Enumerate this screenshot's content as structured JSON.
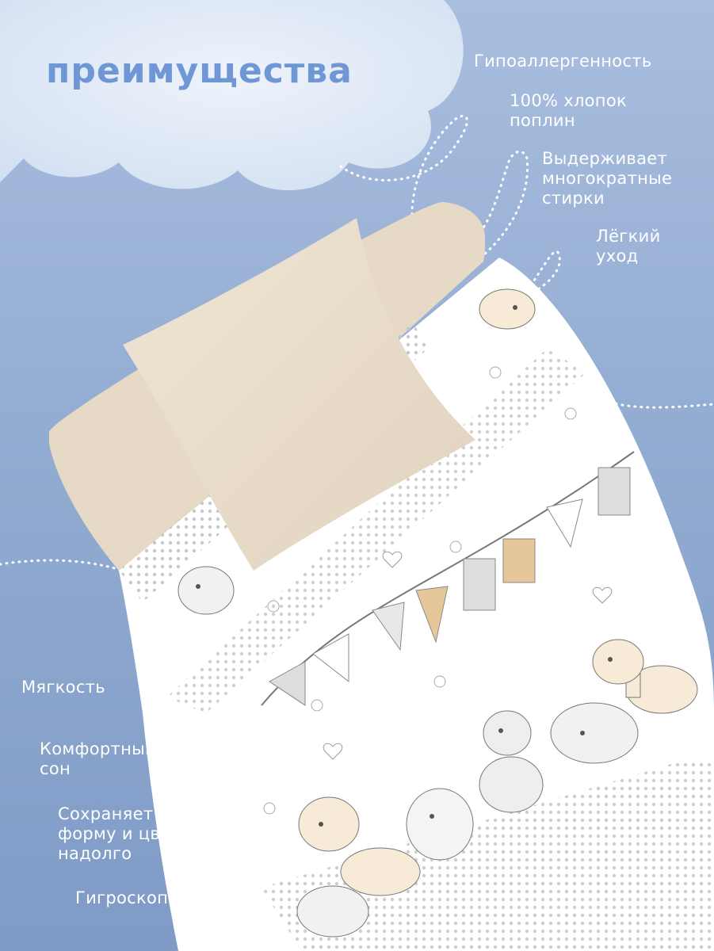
{
  "title": "преимущества",
  "benefits": [
    {
      "id": "hypoallergenic",
      "text": "Гипоаллергенность"
    },
    {
      "id": "cotton",
      "text": "100% хлопок\nпоплин"
    },
    {
      "id": "washes",
      "text": "Выдерживает\nмногократные\nстирки"
    },
    {
      "id": "care",
      "text": "Лёгкий\nуход"
    },
    {
      "id": "softness",
      "text": "Мягкость"
    },
    {
      "id": "sleep",
      "text": "Комфортный\nсон"
    },
    {
      "id": "shape",
      "text": "Сохраняет\nформу и цвет\nнадолго"
    },
    {
      "id": "hygroscopic",
      "text": "Гигроскопичность"
    }
  ],
  "colors": {
    "background": "#93acd2",
    "title": "#6f97d6",
    "pillow": "#e8dccb",
    "sheet": "#ffffff",
    "dots": "#c8c8c8",
    "accent": "#e6c79a"
  },
  "illustration": {
    "items": [
      "beige-pillow",
      "beige-fitted-sheet",
      "white-duvet-cover",
      "bunting-flags",
      "giraffe",
      "zebra",
      "elephant",
      "hippo"
    ]
  }
}
